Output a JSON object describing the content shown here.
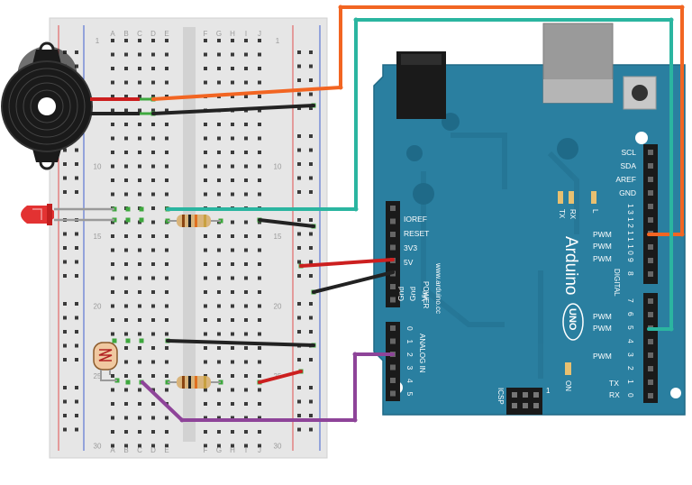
{
  "breadboard": {
    "columns_left": [
      "A",
      "B",
      "C",
      "D",
      "E"
    ],
    "columns_right": [
      "F",
      "G",
      "H",
      "I",
      "J"
    ],
    "row_numbers": [
      "1",
      "10",
      "15",
      "20",
      "25",
      "30"
    ]
  },
  "arduino": {
    "brand": "Arduino",
    "model": "UNO",
    "website": "www.arduino.cc",
    "power_header_title": "POWER",
    "power_pins": [
      "IOREF",
      "RESET",
      "3V3",
      "5V",
      "Gnd",
      "Gnd",
      "Vin"
    ],
    "analog_header_title": "ANALOG IN",
    "analog_pins": [
      "0",
      "1",
      "2",
      "3",
      "4",
      "5"
    ],
    "digital_header_title": "DIGITAL",
    "digital_top_labels": [
      "SCL",
      "SDA",
      "AREF",
      "GND",
      "1 3",
      "1 2",
      "1 1",
      "1 0",
      "9",
      "8"
    ],
    "digital_bottom_labels": [
      "7",
      "6",
      "5",
      "4",
      "3",
      "2",
      "1",
      "0"
    ],
    "pwm_label": "PWM",
    "tx_label": "TX",
    "rx_label": "RX",
    "led_labels": [
      "TX",
      "RX",
      "L"
    ],
    "on_label": "ON",
    "icsp_label": "ICSP",
    "icsp_pin_one": "1"
  },
  "wire_colors": {
    "orange": "#f26522",
    "teal": "#2bb5a0",
    "black": "#222222",
    "red": "#cc1f1f",
    "purple": "#8e4499",
    "board": "#2a7fa0"
  },
  "components": [
    "piezo-buzzer",
    "red-led",
    "resistor",
    "photoresistor",
    "resistor"
  ]
}
